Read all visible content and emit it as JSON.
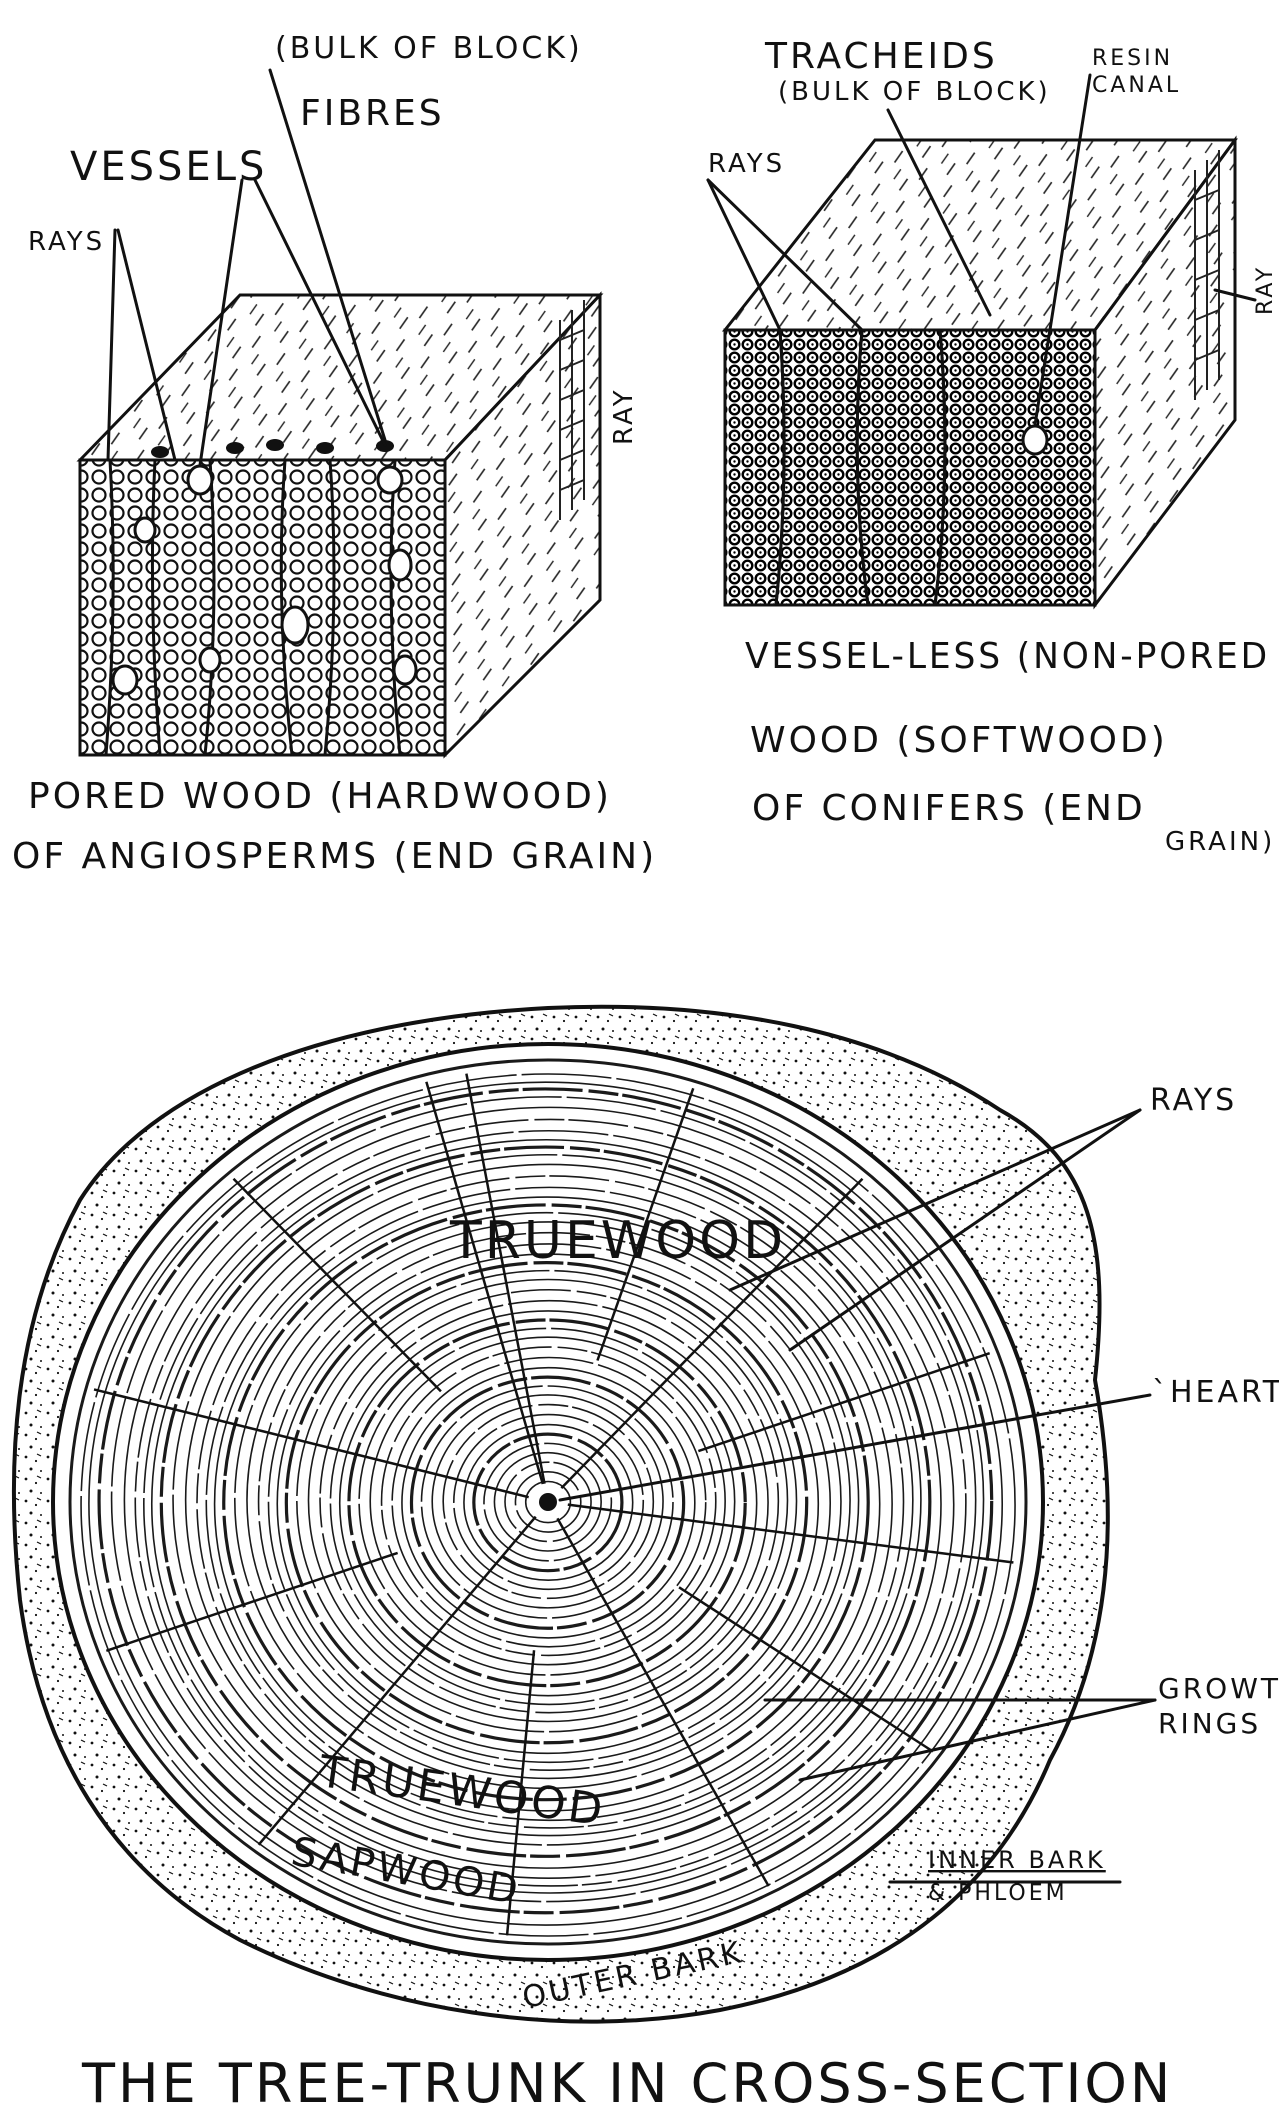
{
  "top_left": {
    "label_bulk": "(BULK OF BLOCK)",
    "label_fibres": "FIBRES",
    "label_vessels": "VESSELS",
    "label_rays": "RAYS",
    "label_ray_side": "RAY",
    "caption_line1": "PORED WOOD (HARDWOOD)",
    "caption_line2": "OF ANGIOSPERMS (END GRAIN)"
  },
  "top_right": {
    "label_tracheids": "TRACHEIDS",
    "label_bulk": "(BULK OF BLOCK)",
    "label_resin_1": "RESIN",
    "label_resin_2": "CANAL",
    "label_rays": "RAYS",
    "label_ray_side": "RAY",
    "caption_line1": "VESSEL-LESS (NON-PORED",
    "caption_line2": "WOOD (SOFTWOOD)",
    "caption_line3": "OF CONIFERS (END",
    "caption_line4": "GRAIN)"
  },
  "trunk": {
    "label_truewood_upper": "TRUEWOOD",
    "label_truewood_lower": "TRUEWOOD",
    "label_sapwood": "SAPWOOD",
    "label_outer_bark": "OUTER BARK",
    "label_rays": "RAYS",
    "label_heart": "`HEART",
    "label_growth_1": "GROWTH",
    "label_growth_2": "RINGS",
    "label_inner_bark": "INNER BARK",
    "label_phloem": "& PHLOEM"
  },
  "title": "THE TREE-TRUNK IN CROSS-SECTION"
}
